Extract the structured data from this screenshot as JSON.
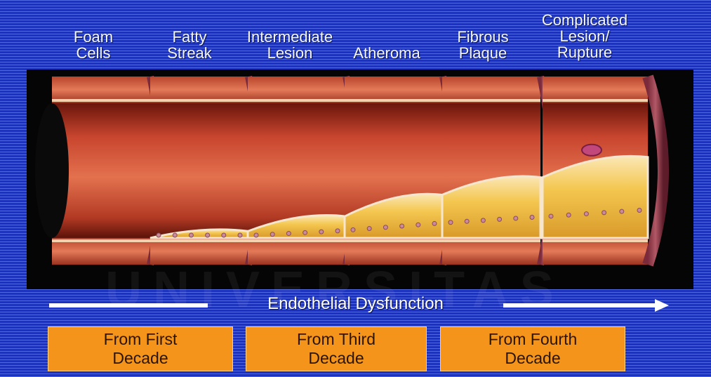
{
  "stages": [
    {
      "lines": [
        "Foam",
        "Cells"
      ]
    },
    {
      "lines": [
        "Fatty",
        "Streak"
      ]
    },
    {
      "lines": [
        "Intermediate",
        "Lesion"
      ]
    },
    {
      "lines": [
        "Atheroma"
      ]
    },
    {
      "lines": [
        "Fibrous",
        "Plaque"
      ]
    },
    {
      "lines": [
        "Complicated",
        "Lesion/",
        "Rupture"
      ]
    }
  ],
  "caption": "Endothelial Dysfunction",
  "decades": [
    {
      "lines": [
        "From First",
        "Decade"
      ]
    },
    {
      "lines": [
        "From Third",
        "Decade"
      ]
    },
    {
      "lines": [
        "From Fourth",
        "Decade"
      ]
    }
  ],
  "watermark": "UNIVERSITAS",
  "colors": {
    "background": "#1d30c4",
    "panel": "#050505",
    "vessel_wall": "#c8452e",
    "plaque": "#f0c24a",
    "decade_box": "#f5941b"
  },
  "plaque_progression": [
    0.0,
    0.05,
    0.16,
    0.32,
    0.45,
    0.6
  ]
}
